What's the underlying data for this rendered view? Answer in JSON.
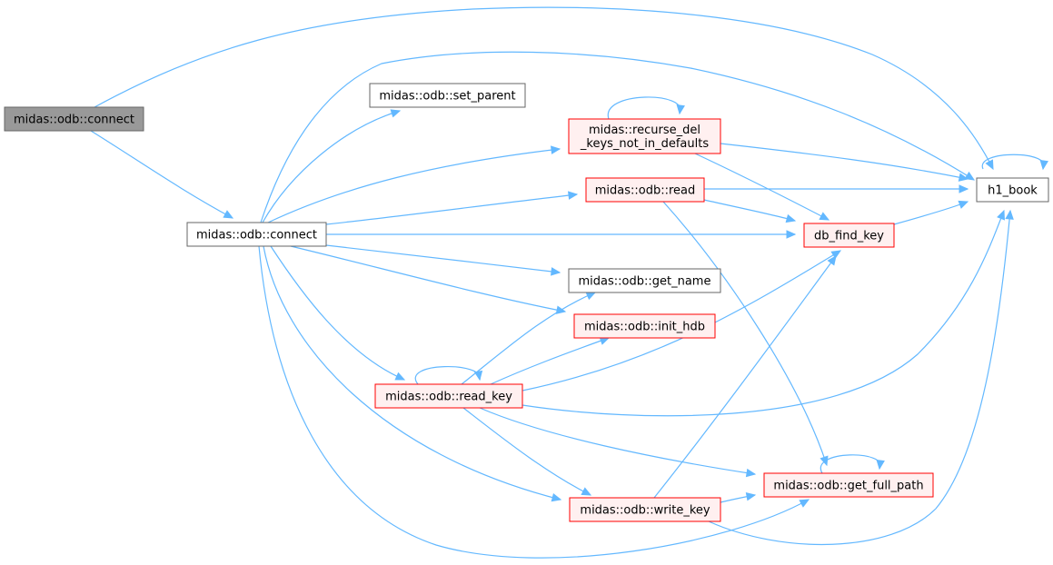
{
  "colors": {
    "edge": "#63b8ff",
    "root_fill": "#999999",
    "root_border": "#666666",
    "plain_fill": "#ffffff",
    "plain_border": "#666666",
    "red_fill": "#fff0f0",
    "red_border": "#ff0000"
  },
  "nodes": [
    {
      "id": "root",
      "style": "root",
      "lines": [
        "midas::odb::connect"
      ]
    },
    {
      "id": "connect",
      "style": "plain",
      "lines": [
        "midas::odb::connect"
      ]
    },
    {
      "id": "set_parent",
      "style": "plain",
      "lines": [
        "midas::odb::set_parent"
      ]
    },
    {
      "id": "recurse",
      "style": "red",
      "lines": [
        "midas::recurse_del",
        "_keys_not_in_defaults"
      ]
    },
    {
      "id": "read",
      "style": "red",
      "lines": [
        "midas::odb::read"
      ]
    },
    {
      "id": "h1_book",
      "style": "plain",
      "lines": [
        "h1_book"
      ]
    },
    {
      "id": "db_find_key",
      "style": "red",
      "lines": [
        "db_find_key"
      ]
    },
    {
      "id": "get_name",
      "style": "plain",
      "lines": [
        "midas::odb::get_name"
      ]
    },
    {
      "id": "init_hdb",
      "style": "red",
      "lines": [
        "midas::odb::init_hdb"
      ]
    },
    {
      "id": "read_key",
      "style": "red",
      "lines": [
        "midas::odb::read_key"
      ]
    },
    {
      "id": "get_full_path",
      "style": "red",
      "lines": [
        "midas::odb::get_full_path"
      ]
    },
    {
      "id": "write_key",
      "style": "red",
      "lines": [
        "midas::odb::write_key"
      ]
    }
  ],
  "edges": [
    {
      "from": "root",
      "to": "h1_book"
    },
    {
      "from": "root",
      "to": "connect"
    },
    {
      "from": "connect",
      "to": "h1_book"
    },
    {
      "from": "connect",
      "to": "set_parent"
    },
    {
      "from": "connect",
      "to": "recurse"
    },
    {
      "from": "connect",
      "to": "read"
    },
    {
      "from": "connect",
      "to": "db_find_key"
    },
    {
      "from": "connect",
      "to": "get_name"
    },
    {
      "from": "connect",
      "to": "init_hdb"
    },
    {
      "from": "connect",
      "to": "read_key"
    },
    {
      "from": "connect",
      "to": "write_key"
    },
    {
      "from": "connect",
      "to": "get_full_path"
    },
    {
      "from": "recurse",
      "to": "recurse"
    },
    {
      "from": "recurse",
      "to": "h1_book"
    },
    {
      "from": "recurse",
      "to": "db_find_key"
    },
    {
      "from": "read",
      "to": "h1_book"
    },
    {
      "from": "read",
      "to": "db_find_key"
    },
    {
      "from": "read",
      "to": "get_full_path"
    },
    {
      "from": "db_find_key",
      "to": "h1_book"
    },
    {
      "from": "h1_book",
      "to": "h1_book"
    },
    {
      "from": "read_key",
      "to": "read_key"
    },
    {
      "from": "read_key",
      "to": "get_name"
    },
    {
      "from": "read_key",
      "to": "init_hdb"
    },
    {
      "from": "read_key",
      "to": "db_find_key"
    },
    {
      "from": "read_key",
      "to": "h1_book"
    },
    {
      "from": "read_key",
      "to": "get_full_path"
    },
    {
      "from": "read_key",
      "to": "write_key"
    },
    {
      "from": "get_full_path",
      "to": "get_full_path"
    },
    {
      "from": "write_key",
      "to": "get_full_path"
    },
    {
      "from": "write_key",
      "to": "db_find_key"
    },
    {
      "from": "write_key",
      "to": "h1_book"
    }
  ]
}
